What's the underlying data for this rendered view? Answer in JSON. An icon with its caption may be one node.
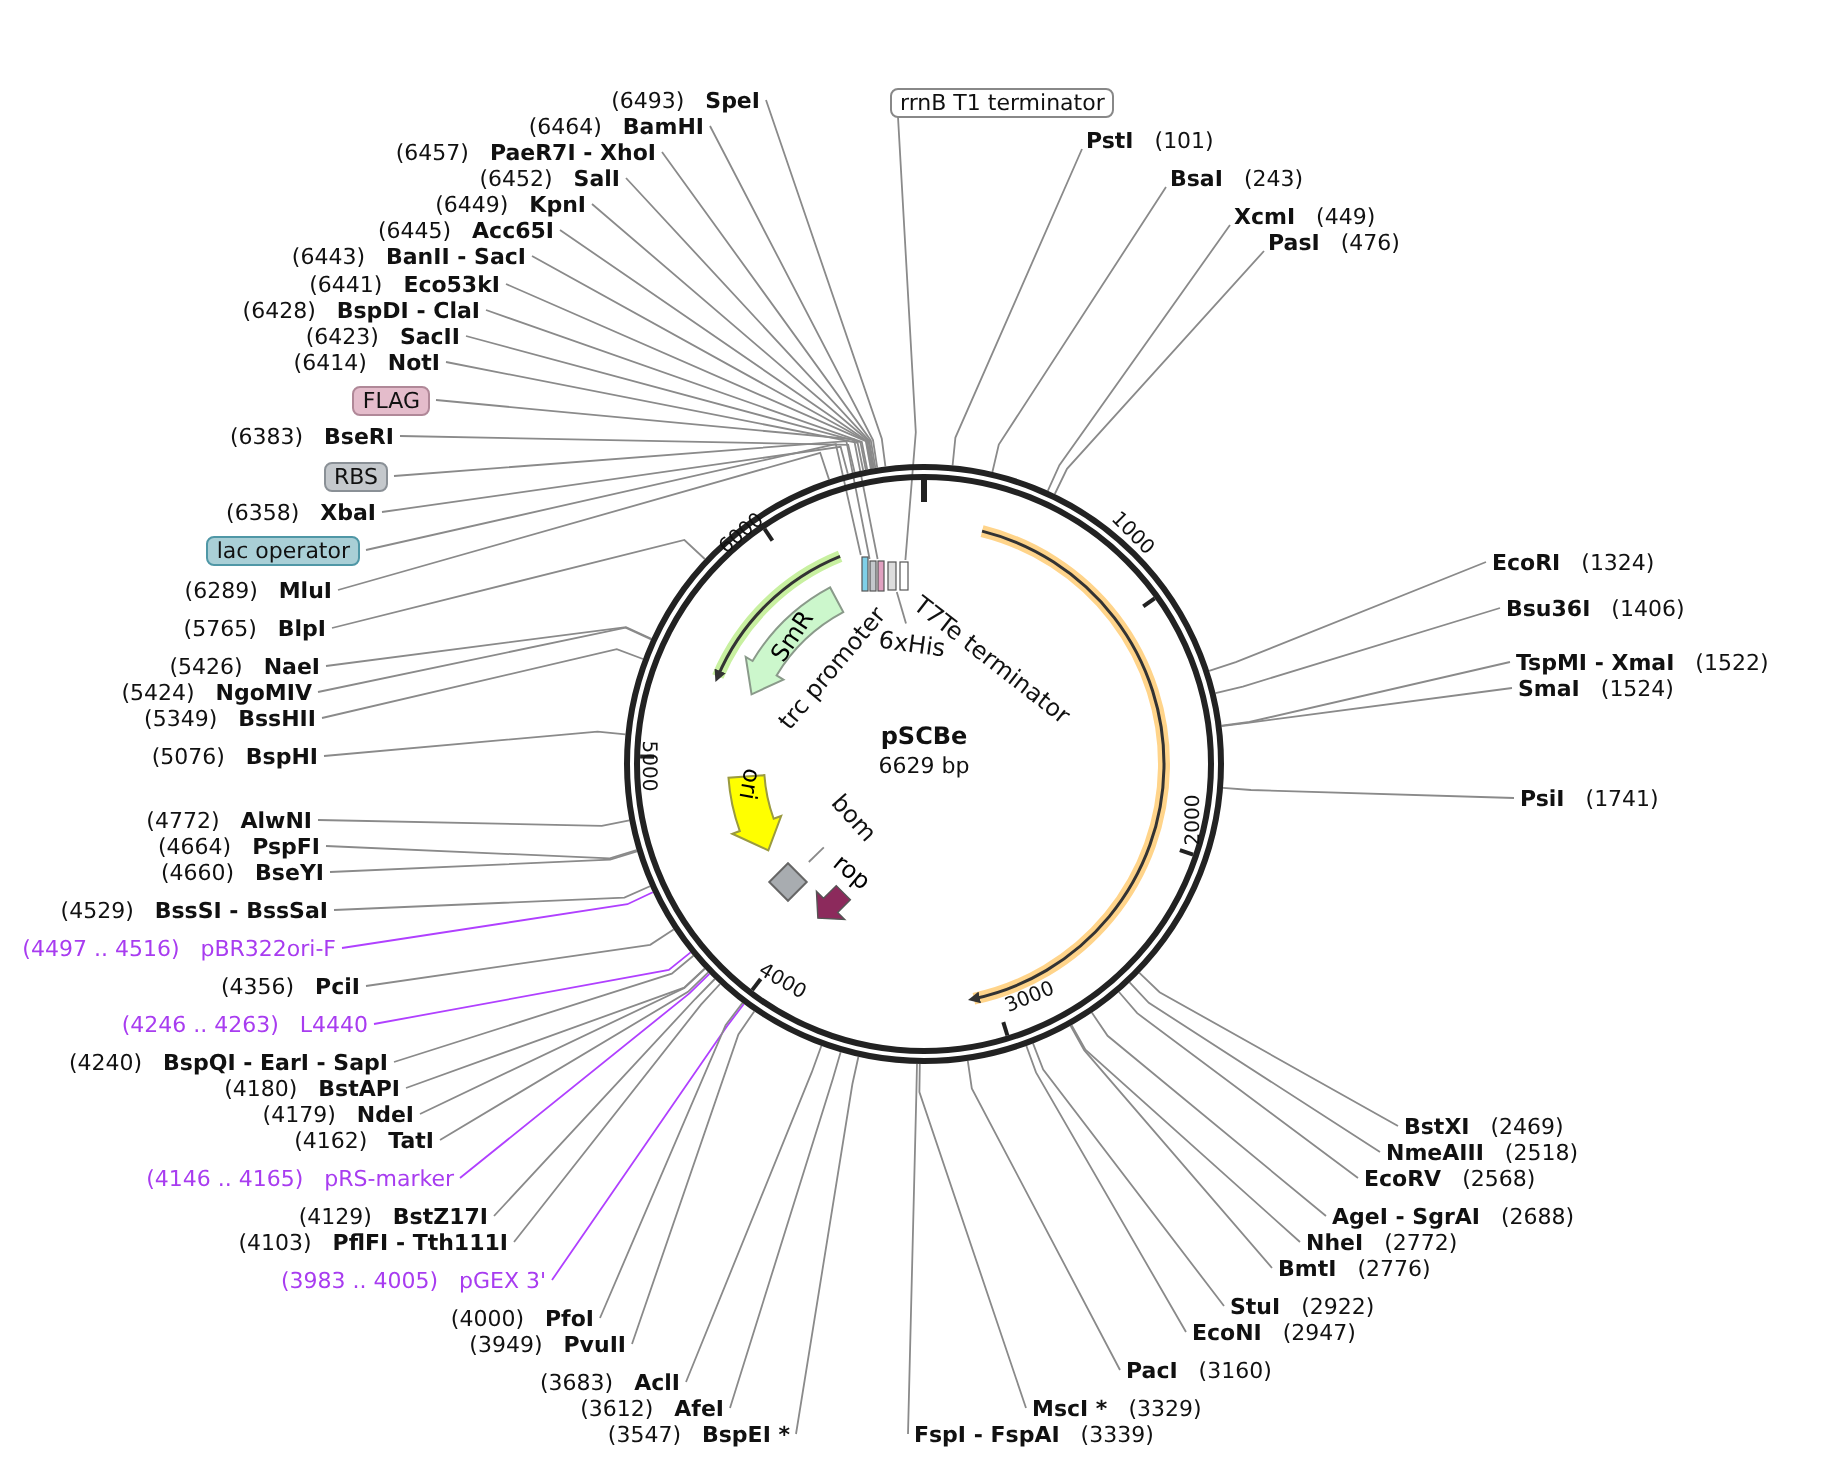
{
  "diagram": {
    "nodes": [
      {
        "text": [
          "pSCBe",
          "6629 bp"
        ]
      },
      {
        "text": [
          "(6493)",
          "SpeI"
        ]
      },
      {
        "text": [
          "(6464)",
          "BamHI"
        ]
      },
      {
        "text": [
          "(6457)",
          "PaeR7I - XhoI"
        ]
      },
      {
        "text": [
          "(6452)",
          "SalI"
        ]
      },
      {
        "text": [
          "(6449)",
          "KpnI"
        ]
      },
      {
        "text": [
          "(6445)",
          "Acc65I"
        ]
      },
      {
        "text": [
          "(6443)",
          "BanII - SacI"
        ]
      },
      {
        "text": [
          "(6441)",
          "Eco53kI"
        ]
      },
      {
        "text": [
          "(6428)",
          "BspDI - ClaI"
        ]
      },
      {
        "text": [
          "(6423)",
          "SacII"
        ]
      },
      {
        "text": [
          "(6414)",
          "NotI"
        ]
      },
      {
        "text": [
          "FLAG"
        ]
      },
      {
        "text": [
          "(6383)",
          "BseRI"
        ]
      },
      {
        "text": [
          "RBS"
        ]
      },
      {
        "text": [
          "(6358)",
          "XbaI"
        ]
      },
      {
        "text": [
          "lac operator"
        ]
      },
      {
        "text": [
          "(6289)",
          "MluI"
        ]
      },
      {
        "text": [
          "(5765)",
          "BlpI"
        ]
      },
      {
        "text": [
          "(5426)",
          "NaeI"
        ]
      },
      {
        "text": [
          "(5424)",
          "NgoMIV"
        ]
      },
      {
        "text": [
          "(5349)",
          "BssHII"
        ]
      },
      {
        "text": [
          "(5076)",
          "BspHI"
        ]
      },
      {
        "text": [
          "(4772)",
          "AlwNI"
        ]
      },
      {
        "text": [
          "(4664)",
          "PspFI"
        ]
      },
      {
        "text": [
          "(4660)",
          "BseYI"
        ]
      },
      {
        "text": [
          "(4529)",
          "BssSI - BssSaI"
        ]
      },
      {
        "text": [
          "(4497 .. 4516)",
          "pBR322ori-F"
        ]
      },
      {
        "text": [
          "(4356)",
          "PciI"
        ]
      },
      {
        "text": [
          "(4246 .. 4263)",
          "L4440"
        ]
      },
      {
        "text": [
          "(4240)",
          "BspQI - EarI - SapI"
        ]
      },
      {
        "text": [
          "(4180)",
          "BstAPI"
        ]
      },
      {
        "text": [
          "(4179)",
          "NdeI"
        ]
      },
      {
        "text": [
          "(4162)",
          "TatI"
        ]
      },
      {
        "text": [
          "(4146 .. 4165)",
          "pRS-marker"
        ]
      },
      {
        "text": [
          "(4129)",
          "BstZ17I"
        ]
      },
      {
        "text": [
          "(4103)",
          "PflFI - Tth111I"
        ]
      },
      {
        "text": [
          "(3983 .. 4005)",
          "pGEX 3'"
        ]
      },
      {
        "text": [
          "(4000)",
          "PfoI"
        ]
      },
      {
        "text": [
          "(3949)",
          "PvuII"
        ]
      },
      {
        "text": [
          "(3683)",
          "AclI"
        ]
      },
      {
        "text": [
          "(3612)",
          "AfeI"
        ]
      },
      {
        "text": [
          "(3547)",
          "BspEI *"
        ]
      },
      {
        "text": [
          "FspI - FspAI",
          "(3339)"
        ]
      },
      {
        "text": [
          "MscI *",
          "(3329)"
        ]
      },
      {
        "text": [
          "PacI",
          "(3160)"
        ]
      },
      {
        "text": [
          "EcoNI",
          "(2947)"
        ]
      },
      {
        "text": [
          "StuI",
          "(2922)"
        ]
      },
      {
        "text": [
          "BmtI",
          "(2776)"
        ]
      },
      {
        "text": [
          "NheI",
          "(2772)"
        ]
      },
      {
        "text": [
          "AgeI - SgrAI",
          "(2688)"
        ]
      },
      {
        "text": [
          "EcoRV",
          "(2568)"
        ]
      },
      {
        "text": [
          "NmeAIII",
          "(2518)"
        ]
      },
      {
        "text": [
          "BstXI",
          "(2469)"
        ]
      },
      {
        "text": [
          "PsiI",
          "(1741)"
        ]
      },
      {
        "text": [
          "SmaI",
          "(1524)"
        ]
      },
      {
        "text": [
          "TspMI - XmaI",
          "(1522)"
        ]
      },
      {
        "text": [
          "Bsu36I",
          "(1406)"
        ]
      },
      {
        "text": [
          "EcoRI",
          "(1324)"
        ]
      },
      {
        "text": [
          "PasI",
          "(476)"
        ]
      },
      {
        "text": [
          "XcmI",
          "(449)"
        ]
      },
      {
        "text": [
          "BsaI",
          "(243)"
        ]
      },
      {
        "text": [
          "PstI",
          "(101)"
        ]
      },
      {
        "text": [
          "rrnB T1 terminator"
        ]
      },
      {
        "text": [
          "SmR"
        ],
        "in": 0
      },
      {
        "text": [
          "trc promoter"
        ],
        "in": 0
      },
      {
        "text": [
          "6xHis"
        ],
        "in": 0
      },
      {
        "text": [
          "T7Te terminator"
        ],
        "in": 0
      },
      {
        "text": [
          "ori"
        ],
        "in": 0
      },
      {
        "text": [
          "bom"
        ],
        "in": 0
      },
      {
        "text": [],
        "shape": "diamond",
        "in": 0
      },
      {
        "text": [
          "rop"
        ],
        "in": 0
      },
      {
        "text": [],
        "shape": "box",
        "in": 0
      },
      {
        "text": [],
        "shape": "box",
        "in": 0
      },
      {
        "text": [],
        "shape": "box",
        "in": 0
      },
      {
        "text": [],
        "shape": "box",
        "in": 0
      },
      {
        "text": [],
        "shape": "box",
        "in": 0
      }
    ],
    "edges": [
      {
        "from": 1,
        "to": 0,
        "arrow": "none"
      },
      {
        "from": 2,
        "to": 0,
        "arrow": "none"
      },
      {
        "from": 3,
        "to": 0,
        "arrow": "none"
      },
      {
        "from": 4,
        "to": 0,
        "arrow": "none"
      },
      {
        "from": 5,
        "to": 0,
        "arrow": "none"
      },
      {
        "from": 6,
        "to": 0,
        "arrow": "none"
      },
      {
        "from": 7,
        "to": 0,
        "arrow": "none"
      },
      {
        "from": 8,
        "to": 0,
        "arrow": "none"
      },
      {
        "from": 9,
        "to": 0,
        "arrow": "none"
      },
      {
        "from": 10,
        "to": 0,
        "arrow": "none"
      },
      {
        "from": 11,
        "to": 0,
        "arrow": "none"
      },
      {
        "from": 12,
        "to": 74,
        "arrow": "none"
      },
      {
        "from": 13,
        "to": 0,
        "arrow": "none"
      },
      {
        "from": 14,
        "to": 73,
        "arrow": "none"
      },
      {
        "from": 15,
        "to": 0,
        "arrow": "none"
      },
      {
        "from": 16,
        "to": 72,
        "arrow": "none"
      },
      {
        "from": 17,
        "to": 0,
        "arrow": "none"
      },
      {
        "from": 18,
        "to": 0,
        "arrow": "none"
      },
      {
        "from": 19,
        "to": 0,
        "arrow": "none"
      },
      {
        "from": 20,
        "to": 0,
        "arrow": "none"
      },
      {
        "from": 21,
        "to": 0,
        "arrow": "none"
      },
      {
        "from": 22,
        "to": 0,
        "arrow": "none"
      },
      {
        "from": 23,
        "to": 0,
        "arrow": "none"
      },
      {
        "from": 24,
        "to": 0,
        "arrow": "none"
      },
      {
        "from": 25,
        "to": 0,
        "arrow": "none"
      },
      {
        "from": 26,
        "to": 0,
        "arrow": "none"
      },
      {
        "from": 27,
        "to": 0,
        "arrow": "none",
        "color": "#b040ff"
      },
      {
        "from": 28,
        "to": 0,
        "arrow": "none"
      },
      {
        "from": 29,
        "to": 0,
        "arrow": "none",
        "color": "#b040ff"
      },
      {
        "from": 30,
        "to": 0,
        "arrow": "none"
      },
      {
        "from": 31,
        "to": 0,
        "arrow": "none"
      },
      {
        "from": 32,
        "to": 0,
        "arrow": "none"
      },
      {
        "from": 33,
        "to": 0,
        "arrow": "none"
      },
      {
        "from": 34,
        "to": 0,
        "arrow": "none",
        "color": "#b040ff"
      },
      {
        "from": 35,
        "to": 0,
        "arrow": "none"
      },
      {
        "from": 36,
        "to": 0,
        "arrow": "none"
      },
      {
        "from": 37,
        "to": 0,
        "arrow": "none",
        "color": "#b040ff"
      },
      {
        "from": 38,
        "to": 0,
        "arrow": "none"
      },
      {
        "from": 39,
        "to": 0,
        "arrow": "none"
      },
      {
        "from": 40,
        "to": 0,
        "arrow": "none"
      },
      {
        "from": 41,
        "to": 0,
        "arrow": "none"
      },
      {
        "from": 42,
        "to": 0,
        "arrow": "none"
      },
      {
        "from": 43,
        "to": 0,
        "arrow": "none"
      },
      {
        "from": 44,
        "to": 0,
        "arrow": "none"
      },
      {
        "from": 45,
        "to": 0,
        "arrow": "none"
      },
      {
        "from": 46,
        "to": 0,
        "arrow": "none"
      },
      {
        "from": 47,
        "to": 0,
        "arrow": "none"
      },
      {
        "from": 48,
        "to": 0,
        "arrow": "none"
      },
      {
        "from": 49,
        "to": 0,
        "arrow": "none"
      },
      {
        "from": 50,
        "to": 0,
        "arrow": "none"
      },
      {
        "from": 51,
        "to": 0,
        "arrow": "none"
      },
      {
        "from": 52,
        "to": 0,
        "arrow": "none"
      },
      {
        "from": 53,
        "to": 0,
        "arrow": "none"
      },
      {
        "from": 54,
        "to": 0,
        "arrow": "none"
      },
      {
        "from": 55,
        "to": 0,
        "arrow": "none"
      },
      {
        "from": 56,
        "to": 0,
        "arrow": "none"
      },
      {
        "from": 57,
        "to": 0,
        "arrow": "none"
      },
      {
        "from": 58,
        "to": 0,
        "arrow": "none"
      },
      {
        "from": 59,
        "to": 0,
        "arrow": "none"
      },
      {
        "from": 60,
        "to": 0,
        "arrow": "none"
      },
      {
        "from": 61,
        "to": 0,
        "arrow": "none"
      },
      {
        "from": 62,
        "to": 0,
        "arrow": "none"
      },
      {
        "from": 63,
        "to": 76,
        "arrow": "none"
      },
      {
        "from": 66,
        "to": 75,
        "arrow": "none"
      },
      {
        "from": 69,
        "to": 70,
        "arrow": "none"
      }
    ],
    "labels": [
      "1000",
      "2000",
      "3000",
      "4000",
      "5000",
      "6000"
    ]
  }
}
